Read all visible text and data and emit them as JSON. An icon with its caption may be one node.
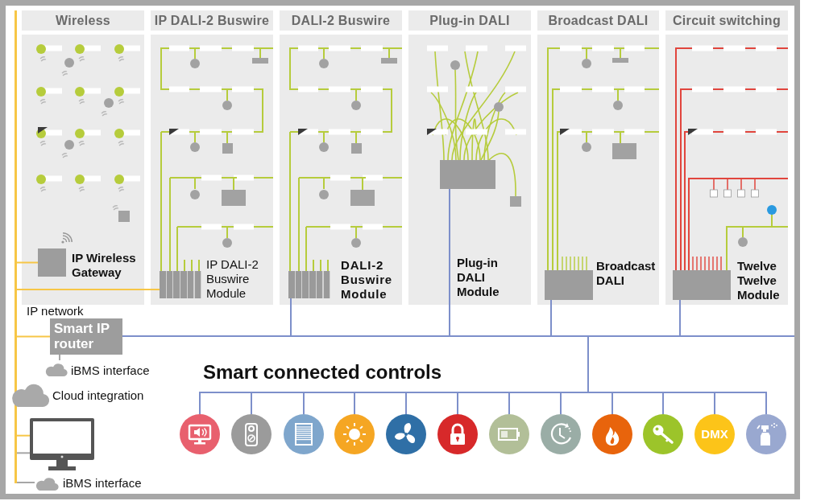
{
  "diagram": {
    "nodes": [
      {
        "text": [
          "Wireless"
        ]
      },
      {
        "text": [],
        "shape": "box",
        "beside": [
          "IP Wireless Gateway"
        ],
        "in": 0
      },
      {
        "text": [
          "IP DALI-2 Buswire"
        ]
      },
      {
        "text": [],
        "shape": "box",
        "beside": [
          "IP DALI-2 Buswire Module"
        ],
        "in": 2
      },
      {
        "text": [
          "DALI-2 Buswire"
        ]
      },
      {
        "text": [],
        "shape": "box",
        "beside": [
          "DALI-2 Buswire Module"
        ],
        "in": 4
      },
      {
        "text": [
          "Plug-in DALI"
        ]
      },
      {
        "text": [],
        "shape": "box",
        "in": 6
      },
      {
        "text": [
          "Broadcast DALI"
        ]
      },
      {
        "text": [],
        "shape": "box",
        "beside": [
          "Broadcast DALI"
        ],
        "in": 8
      },
      {
        "text": [
          "Circuit switching"
        ]
      },
      {
        "text": [],
        "shape": "box",
        "beside": [
          "Twelve Twelve Module"
        ],
        "in": 10
      },
      {
        "text": [],
        "shape": "bar",
        "beside": [
          "IP network"
        ]
      },
      {
        "text": [
          "Smart IP router"
        ]
      },
      {
        "text": [],
        "shape": "bar"
      },
      {
        "text": [],
        "shape": "cloud",
        "beside": [
          "iBMS interface"
        ]
      },
      {
        "text": [],
        "shape": "cloud",
        "beside": [
          "Cloud integration"
        ]
      },
      {
        "text": [],
        "shape": "monitor"
      },
      {
        "text": [],
        "shape": "cloud",
        "beside": [
          "iBMS interface"
        ]
      },
      {
        "text": [],
        "shape": "bar"
      },
      {
        "text": [],
        "shape": "circle"
      },
      {
        "text": [],
        "shape": "circle"
      },
      {
        "text": [],
        "shape": "circle"
      },
      {
        "text": [],
        "shape": "circle"
      },
      {
        "text": [],
        "shape": "circle"
      },
      {
        "text": [],
        "shape": "circle"
      },
      {
        "text": [],
        "shape": "circle"
      },
      {
        "text": [],
        "shape": "circle"
      },
      {
        "text": [],
        "shape": "circle"
      },
      {
        "text": [],
        "shape": "circle"
      },
      {
        "text": [
          "DMX"
        ]
      },
      {
        "text": [],
        "shape": "circle"
      }
    ],
    "edges": [
      {
        "from": 12,
        "to": 1,
        "arrow": "none",
        "color": "#f7c646"
      },
      {
        "from": 12,
        "to": 3,
        "arrow": "none",
        "color": "#f7c646"
      },
      {
        "from": 12,
        "to": 13,
        "arrow": "none",
        "color": "#f7c646"
      },
      {
        "from": 12,
        "to": 17,
        "arrow": "none",
        "color": "#f7c646"
      },
      {
        "from": 12,
        "to": 17,
        "arrow": "none",
        "color": "#a6a6a6"
      },
      {
        "from": 12,
        "to": 18,
        "arrow": "none",
        "color": "#a6a6a6"
      },
      {
        "from": 13,
        "to": 15,
        "arrow": "none",
        "color": "#a6a6a6"
      },
      {
        "from": 13,
        "to": 14,
        "arrow": "none"
      },
      {
        "from": 14,
        "to": 5,
        "arrow": "none"
      },
      {
        "from": 14,
        "to": 7,
        "arrow": "none"
      },
      {
        "from": 14,
        "to": 9,
        "arrow": "none"
      },
      {
        "from": 14,
        "to": 11,
        "arrow": "none"
      },
      {
        "from": 14,
        "to": 19,
        "arrow": "none"
      },
      {
        "from": 19,
        "to": 20,
        "arrow": "none"
      },
      {
        "from": 19,
        "to": 21,
        "arrow": "none"
      },
      {
        "from": 19,
        "to": 22,
        "arrow": "none"
      },
      {
        "from": 19,
        "to": 23,
        "arrow": "none"
      },
      {
        "from": 19,
        "to": 24,
        "arrow": "none"
      },
      {
        "from": 19,
        "to": 25,
        "arrow": "none"
      },
      {
        "from": 19,
        "to": 26,
        "arrow": "none"
      },
      {
        "from": 19,
        "to": 27,
        "arrow": "none"
      },
      {
        "from": 19,
        "to": 28,
        "arrow": "none"
      },
      {
        "from": 19,
        "to": 29,
        "arrow": "none"
      },
      {
        "from": 19,
        "to": 30,
        "arrow": "none"
      },
      {
        "from": 19,
        "to": 31,
        "arrow": "none"
      }
    ],
    "labels": [
      "Plug-in DALI Module",
      "Smart connected controls"
    ]
  }
}
